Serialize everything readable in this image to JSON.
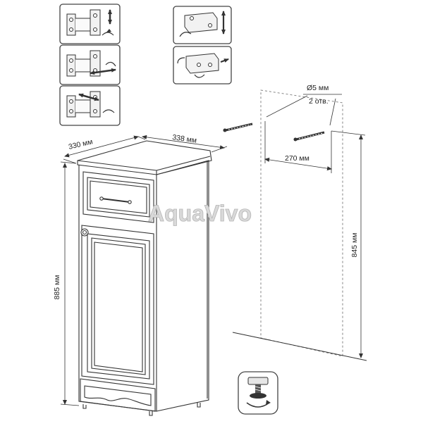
{
  "dimensions": {
    "depth": "330 мм",
    "width": "338 мм",
    "height": "885 мм",
    "hole_spacing": "270 мм",
    "hole_height": "845 мм",
    "hole_diameter": "Ø5 мм",
    "hole_count": "2 отв."
  },
  "watermark": "AquaVivo",
  "icons": {
    "hinge_steps": [
      "hinge-vertical-adjust-icon",
      "hinge-depth-adjust-icon",
      "hinge-side-adjust-icon"
    ],
    "bracket_steps": [
      "hanging-bracket-vertical-icon",
      "hanging-bracket-depth-icon"
    ],
    "leveler": "adjustable-foot-icon"
  },
  "colors": {
    "line": "#333333",
    "panel_border": "#444444",
    "wall_dash": "#777777",
    "watermark": "#d9d9d9",
    "leveler_bg": "#e6e6e6"
  }
}
